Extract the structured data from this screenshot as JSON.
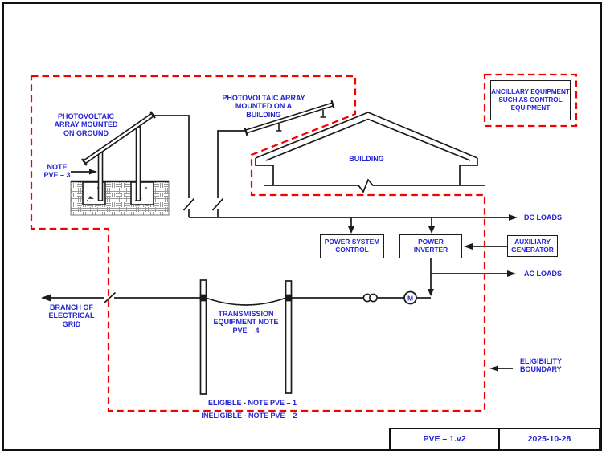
{
  "document": {
    "type": "eligibility-boundary-diagram",
    "doc_id": "PVE – 1.v2",
    "date": "2025-10-28"
  },
  "colors": {
    "label_blue": "#2323d2",
    "boundary_red": "#f30000",
    "line_black": "#1b1b1b",
    "background": "#ffffff"
  },
  "labels": {
    "pv_ground": "PHOTOVOLTAIC\nARRAY MOUNTED\nON GROUND",
    "pv_building": "PHOTOVOLTAIC ARRAY\nMOUNTED ON A\nBUILDING",
    "note_pve3": "NOTE\nPVE – 3",
    "building": "BUILDING",
    "ancillary": "ANCILLARY EQUIPMENT\nSUCH AS CONTROL\nEQUIPMENT",
    "dc_loads": "DC LOADS",
    "ac_loads": "AC LOADS",
    "power_system_control": "POWER SYSTEM\nCONTROL",
    "power_inverter": "POWER\nINVERTER",
    "auxiliary_generator": "AUXILIARY\nGENERATOR",
    "branch_grid": "BRANCH OF\nELECTRICAL\nGRID",
    "transmission": "TRANSMISSION\nEQUIPMENT NOTE\nPVE – 4",
    "eligibility_boundary": "ELIGIBILITY\nBOUNDARY",
    "eligible": "ELIGIBLE - NOTE PVE – 1",
    "ineligible": "INELIGIBLE - NOTE PVE – 2",
    "meter": "M"
  },
  "title_block": {
    "doc_id": "PVE – 1.v2",
    "date": "2025-10-28"
  }
}
